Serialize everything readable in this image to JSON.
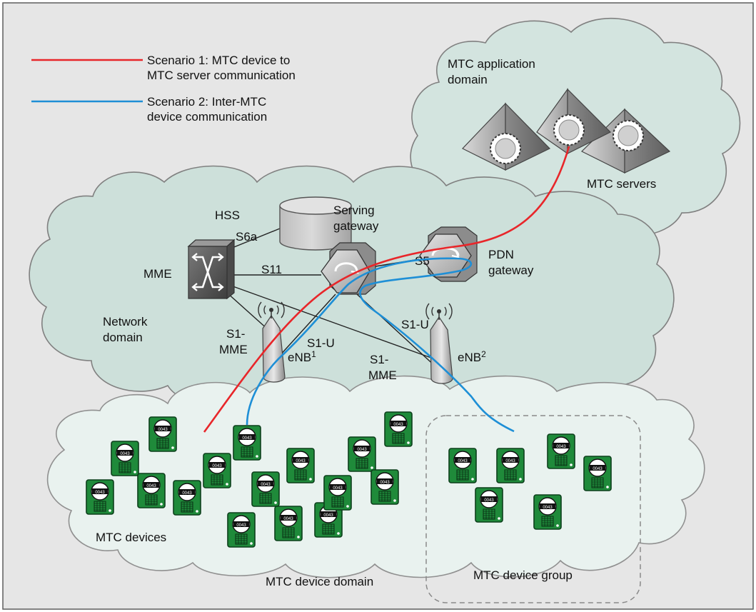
{
  "legend": [
    {
      "line1": "Scenario 1: MTC device to",
      "line2": "MTC server communication",
      "color": "#e8262a"
    },
    {
      "line1": "Scenario 2: Inter-MTC",
      "line2": "device communication",
      "color": "#1e8fd6"
    }
  ],
  "domains": {
    "application": {
      "line1": "MTC application",
      "line2": "domain"
    },
    "network": {
      "line1": "Network",
      "line2": "domain"
    },
    "device": "MTC device domain"
  },
  "labels": {
    "servers": "MTC servers",
    "hss": "HSS",
    "sgw": {
      "line1": "Serving",
      "line2": "gateway"
    },
    "pgw": {
      "line1": "PDN",
      "line2": "gateway"
    },
    "mme": "MME",
    "enb1": {
      "text": "eNB",
      "sup": "1"
    },
    "enb2": {
      "text": "eNB",
      "sup": "2"
    },
    "devices": "MTC devices",
    "group": "MTC device group"
  },
  "interfaces": {
    "s6a": "S6a",
    "s11": "S11",
    "s5": "S5",
    "s1mme_left": {
      "line1": "S1-",
      "line2": "MME"
    },
    "s1mme_right": {
      "line1": "S1-",
      "line2": "MME"
    },
    "s1u_left": "S1-U",
    "s1u_right": "S1-U"
  },
  "meter_reading": "0043",
  "colors": {
    "background": "#e6e6e6",
    "app_cloud": "#d3e4df",
    "net_cloud": "#cde0da",
    "device_cloud": "#e9f2ef",
    "meter_green": "#1f8a3a",
    "scenario1": "#e8262a",
    "scenario2": "#1e8fd6"
  }
}
